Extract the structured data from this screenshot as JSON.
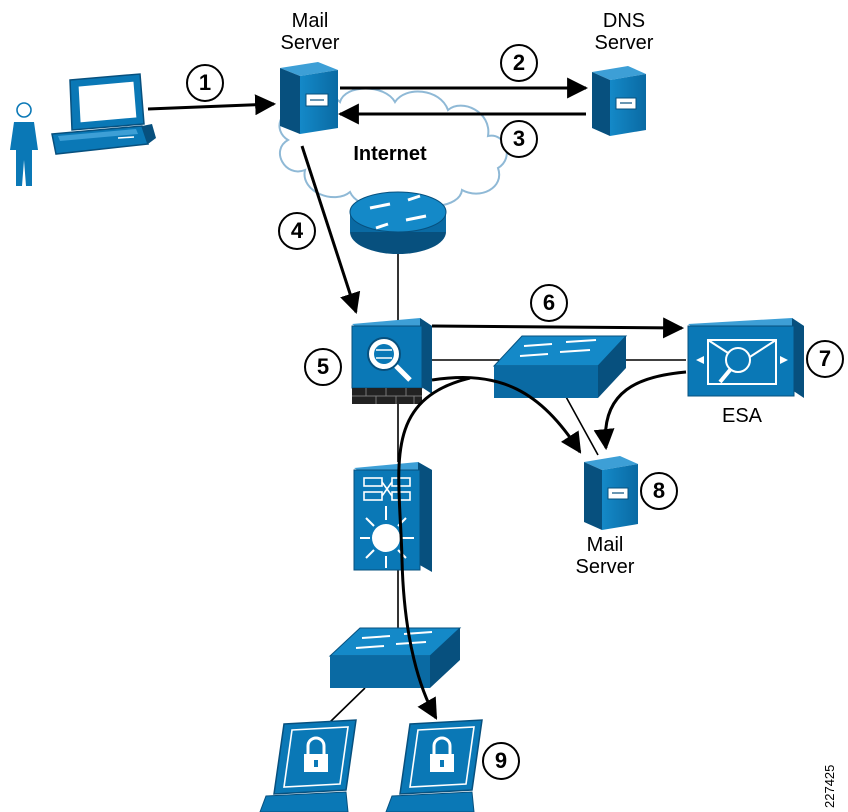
{
  "labels": {
    "mail_server_top": [
      "Mail",
      "Server"
    ],
    "dns_server": [
      "DNS",
      "Server"
    ],
    "internet": "Internet",
    "esa": "ESA",
    "mail_server_bottom": [
      "Mail",
      "Server"
    ]
  },
  "steps": [
    "1",
    "2",
    "3",
    "4",
    "5",
    "6",
    "7",
    "8",
    "9"
  ],
  "figure_id": "227425",
  "colors": {
    "device_blue": "#0a78b6",
    "device_dark": "#07507e",
    "device_light": "#3d9fd6",
    "cloud_outline": "#8fb9d6",
    "arrow": "#000000"
  },
  "icons": {
    "user": "person-icon",
    "workstation": "desktop-computer-icon",
    "server": "server-icon",
    "cloud": "cloud-icon",
    "router": "router-icon",
    "firewall": "firewall-ips-icon",
    "switch": "workgroup-switch-icon",
    "esa": "email-security-appliance-icon",
    "l3switch": "multilayer-switch-icon",
    "laptop": "locked-laptop-icon"
  }
}
